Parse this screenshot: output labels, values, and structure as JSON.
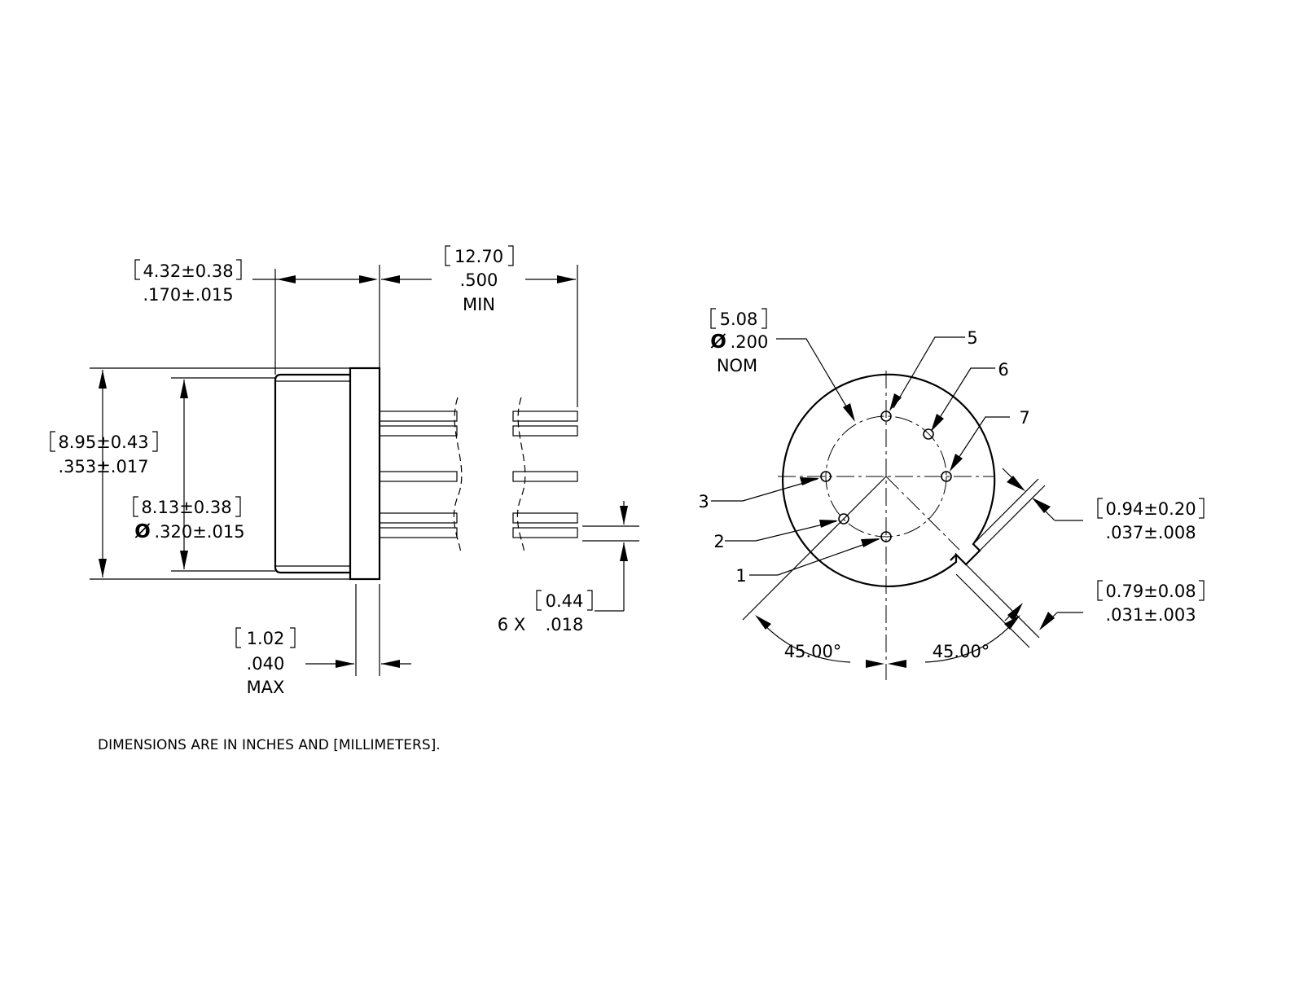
{
  "left_view": {
    "dim_flange_thickness": {
      "mm": "4.32±0.38",
      "inch": ".170±.015"
    },
    "dim_lead_length": {
      "mm": "12.70",
      "inch": ".500",
      "qualifier": "MIN"
    },
    "dim_flange_diameter": {
      "mm": "8.95±0.43",
      "inch": ".353±.017"
    },
    "dim_cap_diameter": {
      "mm": "8.13±0.38",
      "symbol": "Ø",
      "inch": ".320±.015"
    },
    "dim_cap_step": {
      "mm": "1.02",
      "inch": ".040",
      "qualifier": "MAX"
    },
    "dim_lead_diameter": {
      "multiplier": "6 X",
      "mm": "0.44",
      "inch": ".018"
    }
  },
  "right_view": {
    "dim_pin_circle": {
      "mm": "5.08",
      "symbol": "Ø",
      "inch": ".200",
      "qualifier": "NOM"
    },
    "pin_labels": [
      "1",
      "2",
      "3",
      "5",
      "6",
      "7"
    ],
    "angle_left": "45.00°",
    "angle_right": "45.00°",
    "dim_tab_length": {
      "mm": "0.94±0.20",
      "inch": ".037±.008"
    },
    "dim_tab_width": {
      "mm": "0.79±0.08",
      "inch": ".031±.003"
    }
  },
  "footer_note": "DIMENSIONS ARE IN INCHES AND [MILLIMETERS]."
}
